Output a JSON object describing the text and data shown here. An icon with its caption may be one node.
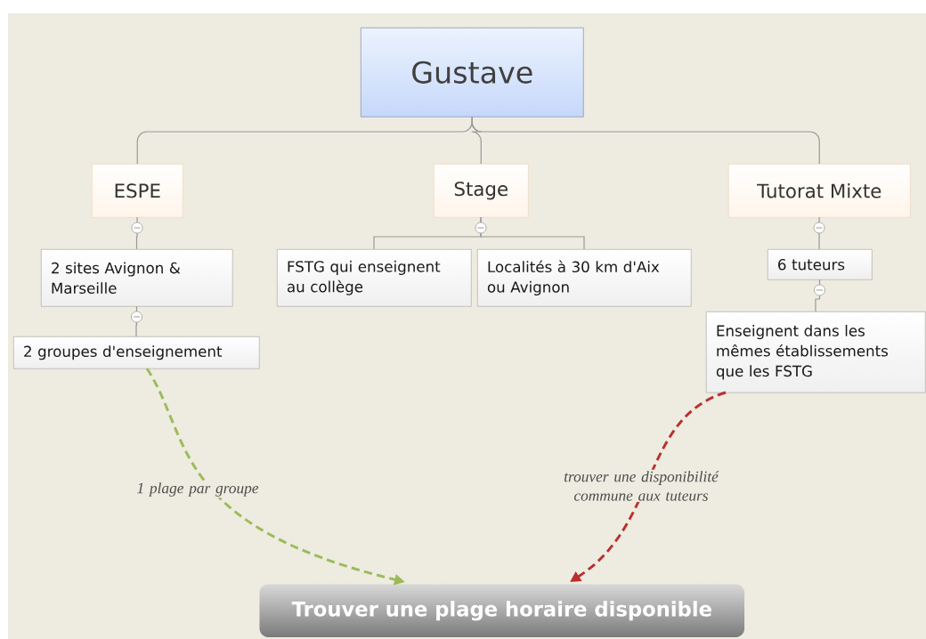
{
  "diagram": {
    "nodes": [
      {
        "text": [
          "Gustave"
        ]
      },
      {
        "text": [
          "ESPE"
        ]
      },
      {
        "text": [
          "Stage"
        ]
      },
      {
        "text": [
          "Tutorat Mixte"
        ]
      },
      {
        "text": [
          "2 sites Avignon & Marseille"
        ]
      },
      {
        "text": [
          "2 groupes d'enseignement"
        ]
      },
      {
        "text": [
          "FSTG qui enseignent au collège"
        ]
      },
      {
        "text": [
          "Localités à 30 km d'Aix ou Avignon"
        ]
      },
      {
        "text": [
          "6 tuteurs"
        ]
      },
      {
        "text": [
          "Enseignent dans les mêmes établissements que les FSTG"
        ]
      },
      {
        "text": [
          "Trouver une plage horaire disponible"
        ]
      }
    ],
    "edges": [
      {
        "from": 0,
        "to": 1,
        "arrow": "none"
      },
      {
        "from": 0,
        "to": 2,
        "arrow": "none"
      },
      {
        "from": 0,
        "to": 3,
        "arrow": "none"
      },
      {
        "from": 1,
        "to": 4,
        "arrow": "none"
      },
      {
        "from": 4,
        "to": 5,
        "arrow": "none"
      },
      {
        "from": 2,
        "to": 6,
        "arrow": "none"
      },
      {
        "from": 2,
        "to": 7,
        "arrow": "none"
      },
      {
        "from": 3,
        "to": 8,
        "arrow": "none"
      },
      {
        "from": 8,
        "to": 9,
        "arrow": "none"
      },
      {
        "from": 5,
        "to": 10,
        "arrow": "to",
        "label": "1 plage par groupe",
        "style": "dashed",
        "color": "#9bbb59"
      },
      {
        "from": 9,
        "to": 10,
        "arrow": "to",
        "label": "trouver une disponibilité commune aux tuteurs",
        "style": "dashed",
        "color": "#b8312f"
      }
    ]
  }
}
